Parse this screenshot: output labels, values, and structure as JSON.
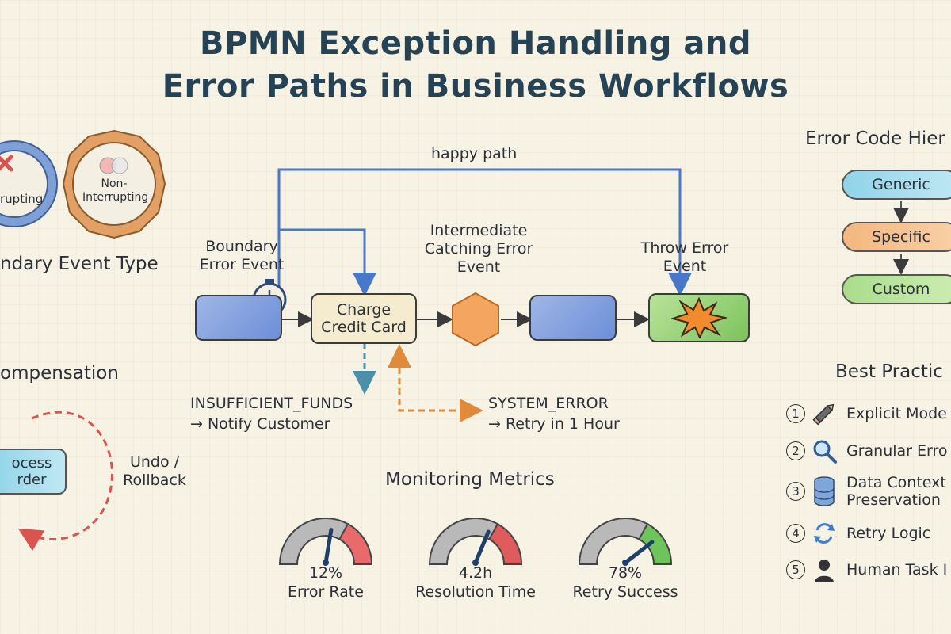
{
  "title": {
    "line1": "BPMN Exception Handling",
    "line2": "and",
    "line3": "Error Paths in Business Workflows"
  },
  "boundary_event_types": {
    "heading": "ndary Event Type",
    "interrupting_label": "rupting",
    "non_interrupting_label_1": "Non-",
    "non_interrupting_label_2": "Interrupting"
  },
  "flow": {
    "happy_path_label": "happy path",
    "boundary_error_event_1": "Boundary",
    "boundary_error_event_2": "Error Event",
    "charge_task_1": "Charge",
    "charge_task_2": "Credit Card",
    "intermediate_1": "Intermediate",
    "intermediate_2": "Catching Error",
    "intermediate_3": "Event",
    "throw_error_1": "Throw Error",
    "throw_error_2": "Event",
    "insufficient_1": "INSUFFICIENT_FUNDS",
    "insufficient_2": "→ Notify Customer",
    "system_error_1": "SYSTEM_ERROR",
    "system_error_2": "→ Retry in 1 Hour"
  },
  "compensation": {
    "heading": "ompensation",
    "task_1": "ocess",
    "task_2": "rder",
    "undo_1": "Undo /",
    "undo_2": "Rollback"
  },
  "error_code_hierarchy": {
    "heading": "Error Code Hier",
    "items": [
      "Generic",
      "Specific",
      "Custom"
    ]
  },
  "best_practices": {
    "heading": "Best Practic",
    "items": [
      {
        "num": "1",
        "icon": "pencil-icon",
        "label": "Explicit Mode"
      },
      {
        "num": "2",
        "icon": "magnifier-icon",
        "label": "Granular Erro"
      },
      {
        "num": "3",
        "icon": "database-icon",
        "label_1": "Data Context",
        "label_2": "Preservation"
      },
      {
        "num": "4",
        "icon": "retry-icon",
        "label": "Retry Logic"
      },
      {
        "num": "5",
        "icon": "person-icon",
        "label": "Human Task I"
      }
    ]
  },
  "monitoring": {
    "heading": "Monitoring Metrics",
    "gauges": [
      {
        "value": "12%",
        "label": "Error Rate",
        "level": 0.55
      },
      {
        "value": "4.2h",
        "label": "Resolution Time",
        "level": 0.62
      },
      {
        "value": "78%",
        "label": "Retry Success",
        "level": 0.78
      }
    ]
  },
  "colors": {
    "title": "#254355",
    "blue_path": "#4a78c8",
    "orange_path": "#e08a3c",
    "red_loop": "#d9534f"
  }
}
